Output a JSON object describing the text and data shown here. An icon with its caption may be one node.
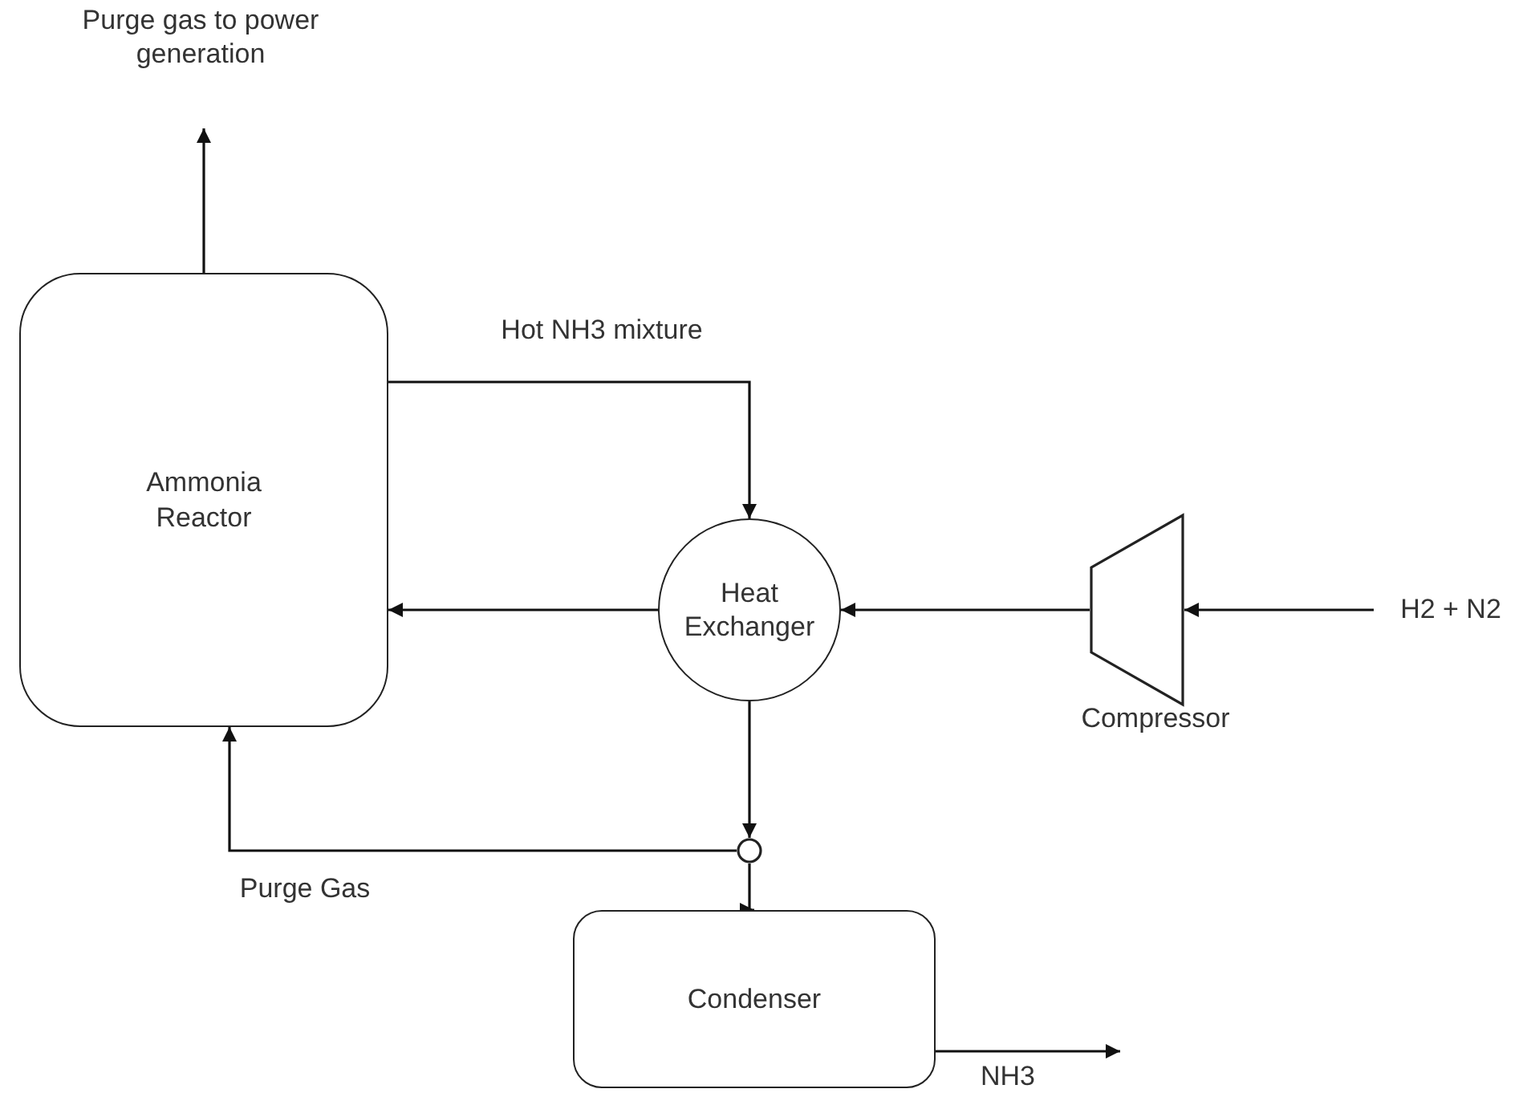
{
  "diagram": {
    "nodes": [
      {
        "text": [
          "Ammonia Reactor"
        ]
      },
      {
        "text": [
          "Purge gas to power generation"
        ]
      },
      {
        "text": [
          "Heat Exchanger"
        ]
      },
      {
        "text": [],
        "shape": "trapezoid",
        "beside": [
          "Compressor"
        ]
      },
      {
        "text": [
          "H2 + N2"
        ]
      },
      {
        "text": [],
        "shape": "circle"
      },
      {
        "text": [
          "Condenser"
        ]
      }
    ],
    "edges": [
      {
        "from": 0,
        "to": 1,
        "arrow": "to"
      },
      {
        "from": 0,
        "to": 2,
        "arrow": "to",
        "label": "Hot NH3 mixture"
      },
      {
        "from": 2,
        "to": 0,
        "arrow": "to"
      },
      {
        "from": 3,
        "to": 2,
        "arrow": "to"
      },
      {
        "from": 4,
        "to": 3,
        "arrow": "to"
      },
      {
        "from": 2,
        "to": 5,
        "arrow": "to"
      },
      {
        "from": 5,
        "to": 0,
        "arrow": "to",
        "label": "Purge Gas"
      },
      {
        "from": 5,
        "to": 6,
        "arrow": "to"
      },
      {
        "from": 6,
        "to": null,
        "arrow": "to",
        "label": "NH3"
      }
    ]
  }
}
